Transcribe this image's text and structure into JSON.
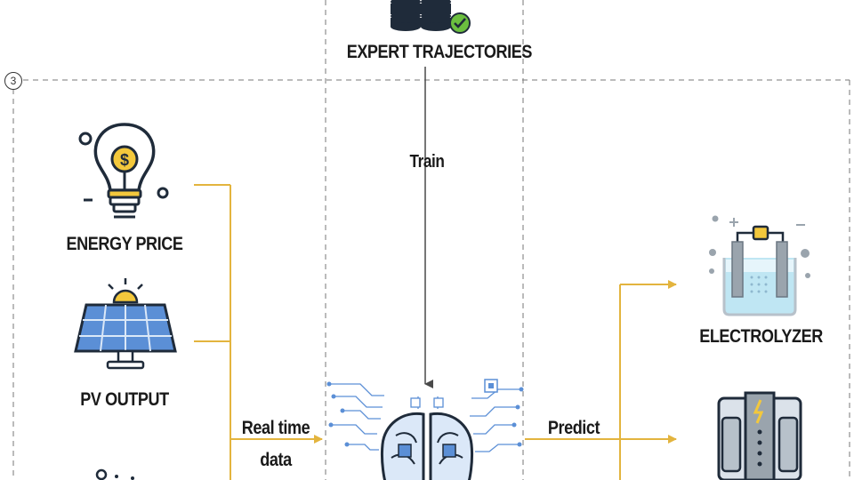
{
  "step_badge": "3",
  "labels": {
    "expert": "EXPERT TRAJECTORIES",
    "train": "Train",
    "energy_price": "ENERGY PRICE",
    "pv_output": "PV OUTPUT",
    "real_time_line1": "Real time",
    "real_time_line2": "data",
    "predict": "Predict",
    "electrolyzer": "ELECTROLYZER"
  },
  "icons": {
    "energy_price": "lightbulb-dollar-icon",
    "pv_output": "solar-panel-icon",
    "expert": "database-check-icon",
    "brain": "circuit-brain-icon",
    "electrolyzer": "electrolyzer-icon",
    "fuel_cell": "fuel-cell-icon",
    "wind": "wind-turbine-icon"
  },
  "colors": {
    "connector": "#e3b43e",
    "arrow_dark": "#4a4a4a",
    "accent_blue": "#5b8fd6",
    "icon_outline": "#1f2b3a",
    "bulb_yellow": "#f3c83c",
    "check_green": "#6bbf3f",
    "liquid": "#bfe6f3"
  }
}
